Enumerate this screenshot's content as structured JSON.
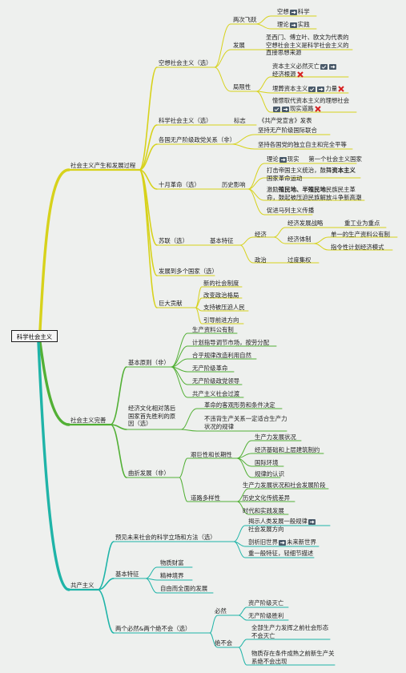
{
  "root": "科学社会主义",
  "colors": {
    "yellow": "#d7d21b",
    "green": "#52b035",
    "teal": "#1fb4a8",
    "root_line": "#5c8d3b",
    "cross": "#d62020"
  },
  "labels": {
    "b1": "社会主义产生和发展过程",
    "b1a": "空想社会主义（选）",
    "b1a1": "两次飞跃",
    "b1a1a_1": "空想",
    "b1a1a_2": "科学",
    "b1a1b_1": "理论",
    "b1a1b_2": "实践",
    "b1a2": "发展",
    "b1a2a": "圣西门、傅立叶、欧文为代表的空想社会主义是科学社会主义的直接思想来源",
    "b1a3": "局限性",
    "b1a3a_1": "资本主义必然灭亡",
    "b1a3a_2": "经济根源",
    "b1a3b_1": "埋葬资本主义",
    "b1a3b_2": "力量",
    "b1a3c_1": "憧憬取代资本主义的理想社会",
    "b1a3c_2": "现实道路",
    "b1b": "科学社会主义（选）",
    "b1b1": "标志",
    "b1b1a": "《共产党宣言》发表",
    "b1c": "各国无产阶级政党关系（非）",
    "b1c1": "坚持无产阶级国际联合",
    "b1c2": "坚持各国党的独立自主和完全平等",
    "b1d": "十月革命（选）",
    "b1d1": "历史影响",
    "b1d1a_1": "理论",
    "b1d1a_2": "现实",
    "b1d1a_3": "第一个社会主义国家",
    "b1d1b_1": "打击帝国主义统治，鼓舞",
    "b1d1b_2": "资本主义",
    "b1d1b_3": "国家革命运动",
    "b1d1c_1": "激励",
    "b1d1c_2": "殖民地、半殖民地",
    "b1d1c_3": "民族民主革命，鼓起被压迫民族解放斗争新高潮",
    "b1d1d": "促进马列主义传播",
    "b1e": "苏联（选）",
    "b1e1": "基本特征",
    "b1e1a": "经济",
    "b1e1a1": "经济发展战略",
    "b1e1a1a": "重工业为重点",
    "b1e1a2": "经济体制",
    "b1e1a2a": "单一的生产资料公有制",
    "b1e1a2b": "指令性计划经济模式",
    "b1e1b": "政治",
    "b1e1b1": "过度集权",
    "b1f": "发展到多个国家（选）",
    "b1g": "巨大贡献",
    "b1g1": "新的社会制度",
    "b1g2": "改变政治格局",
    "b1g3": "支持被压迫人民",
    "b1g4": "引导前进方向",
    "b2": "社会主义完善",
    "b2a": "基本原则（非）",
    "b2a1": "生产资料公有制",
    "b2a2": "计划指导调节市场，按劳分配",
    "b2a3": "合乎规律改造利用自然",
    "b2a4": "无产阶级革命",
    "b2a5": "无产阶级政党领导",
    "b2a6": "共产主义社会过渡",
    "b2b": "经济文化相对落后国家首先胜利的原因（选）",
    "b2b1": "革命的客观形势和条件决定",
    "b2b2": "不违背生产关系一定适合生产力状况的规律",
    "b2c": "曲折发展（非）",
    "b2c1": "艰巨性和长期性",
    "b2c1a": "生产力发展状况",
    "b2c1b": "经济基础和上层建筑制约",
    "b2c1c": "国际环境",
    "b2c1d": "规律的认识",
    "b2c2": "道路多样性",
    "b2c2a": "生产力发展状况和社会发展阶段",
    "b2c2b": "历史文化传统差异",
    "b2c2c": "时代和实践发展",
    "b3": "共产主义",
    "b3a": "预见未来社会的科学立场和方法（选）",
    "b3a1_1": "揭示人类发展一般规律",
    "b3a1_2": "社会发展方向",
    "b3a2_1": "剖析旧世界",
    "b3a2_2": "未来新世界",
    "b3a3": "重一般特征，轻细节描述",
    "b3b": "基本特征",
    "b3b1": "物质财富",
    "b3b2": "精神境界",
    "b3b3": "自由而全面的发展",
    "b3c": "两个必然&两个绝不会（选）",
    "b3c1": "必然",
    "b3c1a": "资产阶级灭亡",
    "b3c1b": "无产阶级胜利",
    "b3c2": "绝不会",
    "b3c2a": "全部生产力发挥之前社会形态不会灭亡",
    "b3c2b": "物质存在条件成熟之前新生产关系绝不会出现"
  }
}
